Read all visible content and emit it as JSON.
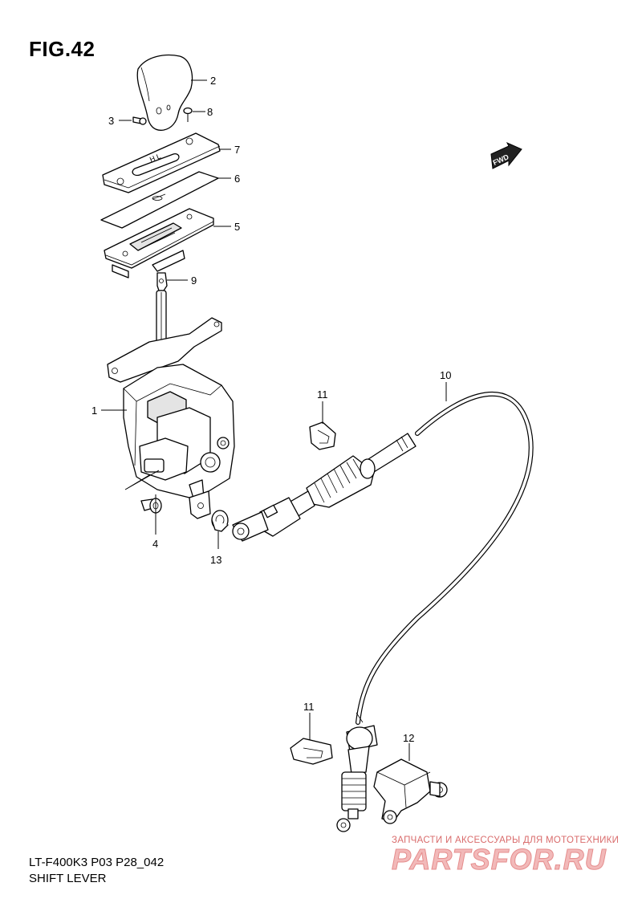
{
  "figure": {
    "title": "FIG.42",
    "model_code": "LT-F400K3 P03 P28_042",
    "assembly_name": "SHIFT LEVER"
  },
  "direction_badge": {
    "label": "FWD"
  },
  "callouts": [
    {
      "id": "c1",
      "label": "1"
    },
    {
      "id": "c2",
      "label": "2"
    },
    {
      "id": "c3",
      "label": "3"
    },
    {
      "id": "c4",
      "label": "4"
    },
    {
      "id": "c5",
      "label": "5"
    },
    {
      "id": "c6",
      "label": "6"
    },
    {
      "id": "c7",
      "label": "7"
    },
    {
      "id": "c8",
      "label": "8"
    },
    {
      "id": "c9",
      "label": "9"
    },
    {
      "id": "c10",
      "label": "10"
    },
    {
      "id": "c11a",
      "label": "11"
    },
    {
      "id": "c11b",
      "label": "11"
    },
    {
      "id": "c12",
      "label": "12"
    },
    {
      "id": "c13",
      "label": "13"
    }
  ],
  "watermark": {
    "tagline": "ЗАПЧАСТИ И АКСЕССУАРЫ ДЛЯ МОТОТЕХНИКИ",
    "logo": "PARTSFOR.RU"
  }
}
